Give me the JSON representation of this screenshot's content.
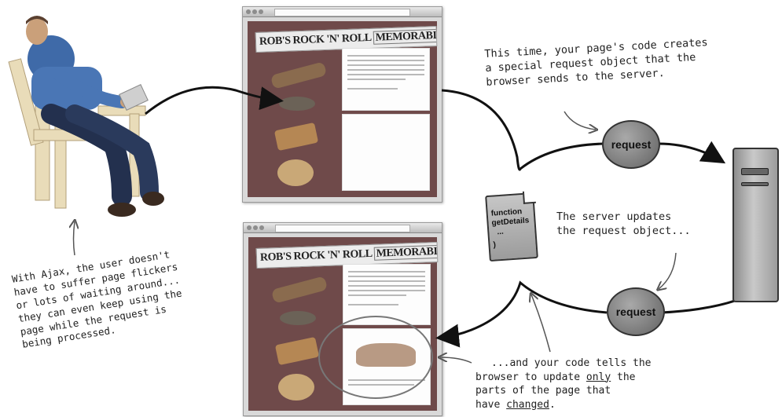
{
  "browser_windows": {
    "top": {
      "banner_left": "ROB'S ROCK 'N' ROLL",
      "banner_right": "MEMORABILIA"
    },
    "bottom": {
      "banner_left": "ROB'S ROCK 'N' ROLL",
      "banner_right": "MEMORABILIA"
    }
  },
  "labels": {
    "request_top": "request",
    "request_bottom": "request"
  },
  "code_doc": {
    "line1": "function",
    "line2": "getDetails",
    "line3": "...",
    "line4": ")"
  },
  "annotations": {
    "page_code": [
      "This time, your page's code creates",
      "a special request object that the",
      "browser sends to the server."
    ],
    "server_updates": [
      "The server updates",
      "the request object..."
    ],
    "code_tells_l1": "...and your code tells the",
    "code_tells_l2_pre": "browser to update ",
    "code_tells_l2_em": "only",
    "code_tells_l2_post": " the",
    "code_tells_l3": "parts of the page that",
    "code_tells_l4_pre": "have ",
    "code_tells_l4_em": "changed",
    "code_tells_l4_post": ".",
    "ajax_user": [
      "With Ajax, the user doesn't",
      "have to suffer page flickers",
      "or lots of waiting around...",
      "they can even keep using the",
      "page while the request is",
      "being processed."
    ]
  },
  "colors": {
    "page_bg": "#6f4a4a",
    "bubble": "#8a8a8a",
    "ink": "#111111"
  }
}
